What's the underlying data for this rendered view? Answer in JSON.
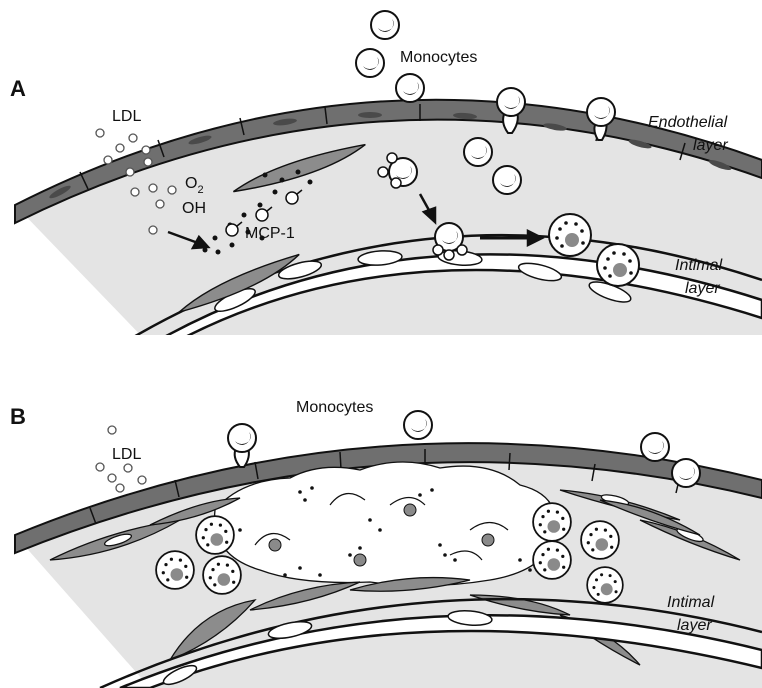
{
  "panel_a": {
    "letter": "A",
    "ldl": "LDL",
    "monocytes": "Monocytes",
    "o2_main": "O",
    "o2_sub": "2",
    "oh": "OH",
    "mcp": "MCP-1",
    "endothelial_1": "Endothelial",
    "endothelial_2": "layer",
    "intimal_1": "Intimal",
    "intimal_2": "layer"
  },
  "panel_b": {
    "letter": "B",
    "ldl": "LDL",
    "monocytes": "Monocytes",
    "intimal_1": "Intimal",
    "intimal_2": "layer"
  },
  "colors": {
    "endothelium": "#6f6f6f",
    "intima": "#e4e4e4",
    "smooth_muscle": "#8c8c8c",
    "nucleus": "#8a8a8a",
    "stroke": "#111111"
  }
}
